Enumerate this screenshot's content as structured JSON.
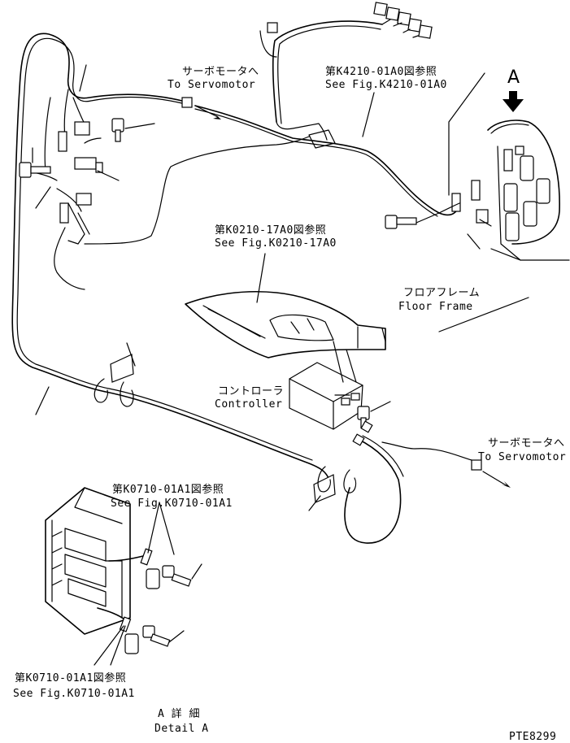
{
  "labels": {
    "servo_top_jp": "サーボモータへ",
    "servo_top_en": "To Servomotor",
    "ref_k4210_jp": "第K4210-01A0図参照",
    "ref_k4210_en": "See Fig.K4210-01A0",
    "view_a": "A",
    "ref_k0210_jp": "第K0210-17A0図参照",
    "ref_k0210_en": "See Fig.K0210-17A0",
    "floor_jp": "フロアフレーム",
    "floor_en": "Floor Frame",
    "controller_jp": "コントローラ",
    "controller_en": "Controller",
    "servo_right_jp": "サーボモータへ",
    "servo_right_en": "To Servomotor",
    "ref_k0710_a_jp": "第K0710-01A1図参照",
    "ref_k0710_a_en": "See Fig.K0710-01A1",
    "ref_k0710_b_jp": "第K0710-01A1図参照",
    "ref_k0710_b_en": "See Fig.K0710-01A1",
    "detail_jp": "A 詳 細",
    "detail_en": "Detail A",
    "drawing_no": "PTE8299"
  }
}
